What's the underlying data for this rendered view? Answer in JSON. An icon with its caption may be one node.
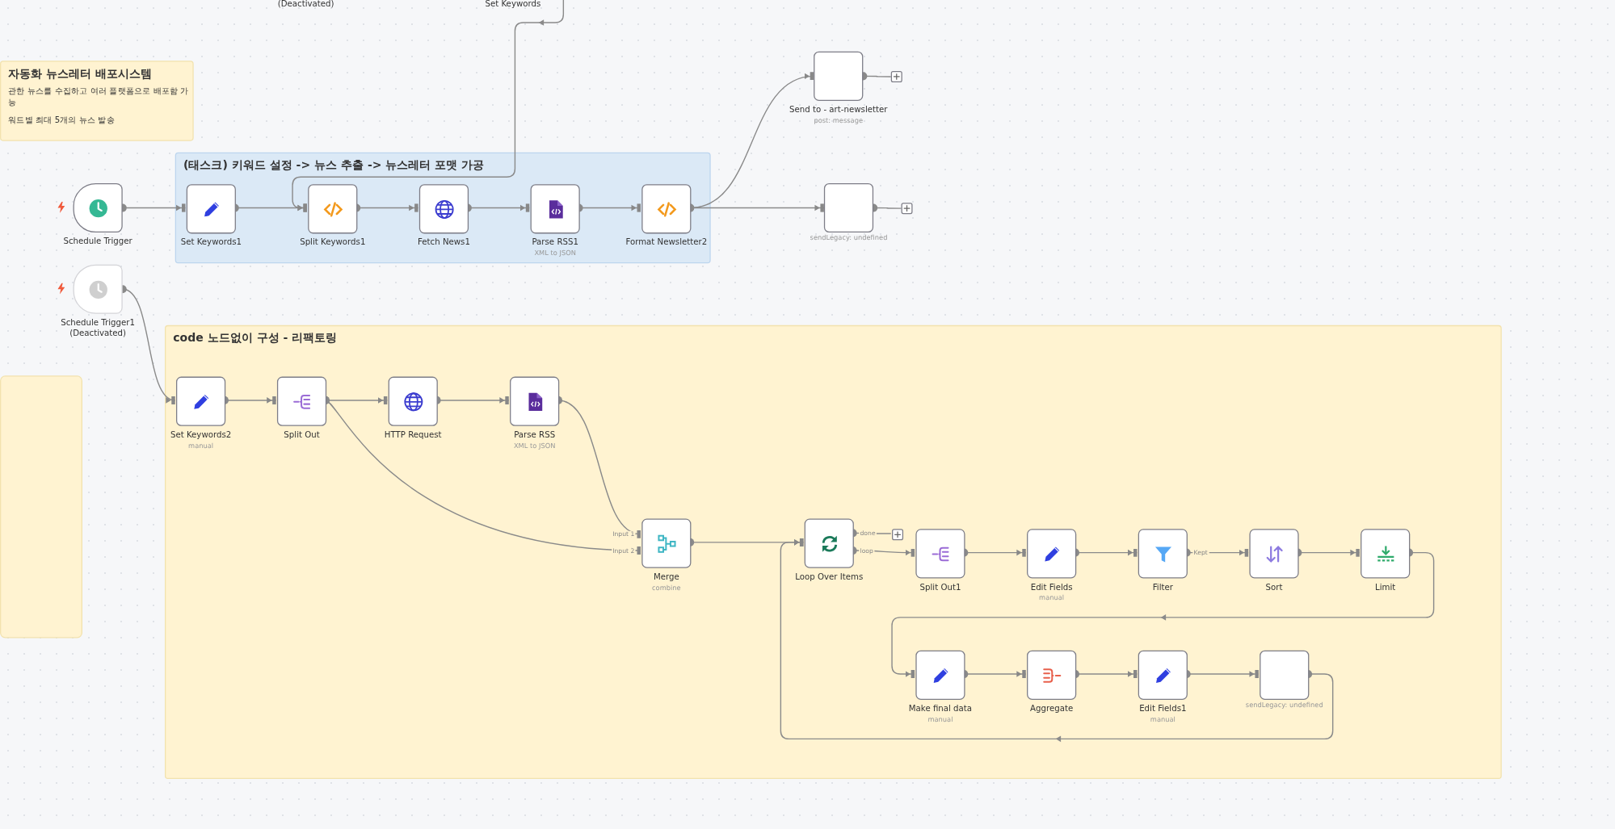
{
  "diagram": {
    "nodes": [
      {
        "text": [
          "자동화 뉴스레터 배포시스템",
          "관한 뉴스를 수집하고 여러 플랫폼으로 배포함 가능",
          "워드별 최대 5개의 뉴스 발송"
        ]
      },
      {
        "text": [
          "(태스크) 키워드 설정 -> 뉴스 추출 -> 뉴스레터 포맷 가공"
        ]
      },
      {
        "text": [
          "Schedule Trigger"
        ]
      },
      {
        "text": [
          "Set Keywords1"
        ],
        "in": 1
      },
      {
        "text": [
          "Split Keywords1"
        ],
        "in": 1
      },
      {
        "text": [
          "Fetch News1"
        ],
        "in": 1
      },
      {
        "text": [
          "Parse RSS1"
        ],
        "in": 1,
        "beside": [
          "XML to JSON"
        ]
      },
      {
        "text": [
          "Format Newsletter2"
        ],
        "in": 1
      },
      {
        "text": [
          "Send to - art-newsletter"
        ],
        "beside": [
          "post: message"
        ]
      },
      {
        "text": [],
        "shape": "box",
        "beside": [
          "sendLegacy: undefined"
        ]
      },
      {
        "text": [
          "Schedule Trigger1 (Deactivated)"
        ]
      },
      {
        "text": [
          "code 노드없이 구성 - 리팩토링"
        ]
      },
      {
        "text": [
          "Set Keywords2"
        ],
        "in": 11,
        "beside": [
          "manual"
        ]
      },
      {
        "text": [
          "Split Out"
        ],
        "in": 11
      },
      {
        "text": [
          "HTTP Request"
        ],
        "in": 11
      },
      {
        "text": [
          "Parse RSS"
        ],
        "in": 11,
        "beside": [
          "XML to JSON"
        ]
      },
      {
        "text": [
          "Merge"
        ],
        "in": 11,
        "beside": [
          "combine"
        ]
      },
      {
        "text": [
          "Loop Over Items"
        ],
        "in": 11
      },
      {
        "text": [
          "Split Out1"
        ],
        "in": 11
      },
      {
        "text": [
          "Edit Fields"
        ],
        "in": 11,
        "beside": [
          "manual"
        ]
      },
      {
        "text": [
          "Filter"
        ],
        "in": 11
      },
      {
        "text": [
          "Sort"
        ],
        "in": 11
      },
      {
        "text": [
          "Limit"
        ],
        "in": 11
      },
      {
        "text": [
          "Make final data"
        ],
        "in": 11,
        "beside": [
          "manual"
        ]
      },
      {
        "text": [
          "Aggregate"
        ],
        "in": 11
      },
      {
        "text": [
          "Edit Fields1"
        ],
        "in": 11,
        "beside": [
          "manual"
        ]
      },
      {
        "text": [],
        "shape": "box",
        "in": 11,
        "beside": [
          "sendLegacy: undefined"
        ]
      },
      {
        "text": [],
        "shape": "box"
      },
      {
        "text": [],
        "shape": "box"
      },
      {
        "text": [],
        "shape": "box",
        "in": 11
      },
      {
        "text": [],
        "shape": "box"
      }
    ],
    "edges": [
      {
        "from": null,
        "to": 4,
        "arrow": "to"
      },
      {
        "from": 2,
        "to": 3,
        "arrow": "to"
      },
      {
        "from": 3,
        "to": 4,
        "arrow": "to"
      },
      {
        "from": 4,
        "to": 5,
        "arrow": "to"
      },
      {
        "from": 5,
        "to": 6,
        "arrow": "to"
      },
      {
        "from": 6,
        "to": 7,
        "arrow": "to"
      },
      {
        "from": 7,
        "to": 8,
        "arrow": "to"
      },
      {
        "from": 7,
        "to": 9,
        "arrow": "to"
      },
      {
        "from": 8,
        "to": 27,
        "arrow": "other"
      },
      {
        "from": 9,
        "to": 28,
        "arrow": "other"
      },
      {
        "from": 10,
        "to": 12,
        "arrow": "to"
      },
      {
        "from": 12,
        "to": 13,
        "arrow": "to"
      },
      {
        "from": 13,
        "to": 14,
        "arrow": "to"
      },
      {
        "from": 13,
        "to": 16,
        "arrow": "to",
        "label": "Input 2"
      },
      {
        "from": 14,
        "to": 15,
        "arrow": "to"
      },
      {
        "from": 15,
        "to": 16,
        "arrow": "to",
        "label": "Input 1"
      },
      {
        "from": 16,
        "to": 17,
        "arrow": "to"
      },
      {
        "from": 17,
        "to": 29,
        "arrow": "other",
        "label": "done"
      },
      {
        "from": 17,
        "to": 18,
        "arrow": "to",
        "label": "loop"
      },
      {
        "from": 18,
        "to": 19,
        "arrow": "to"
      },
      {
        "from": 19,
        "to": 20,
        "arrow": "to"
      },
      {
        "from": 20,
        "to": 21,
        "arrow": "to",
        "label": "Kept"
      },
      {
        "from": 21,
        "to": 22,
        "arrow": "to"
      },
      {
        "from": 22,
        "to": 23,
        "arrow": "to"
      },
      {
        "from": 23,
        "to": 24,
        "arrow": "to"
      },
      {
        "from": 24,
        "to": 25,
        "arrow": "to"
      },
      {
        "from": 25,
        "to": 26,
        "arrow": "to"
      },
      {
        "from": 26,
        "to": 17,
        "arrow": "to"
      }
    ],
    "labels": [
      "(Deactivated)",
      "Set Keywords"
    ]
  }
}
